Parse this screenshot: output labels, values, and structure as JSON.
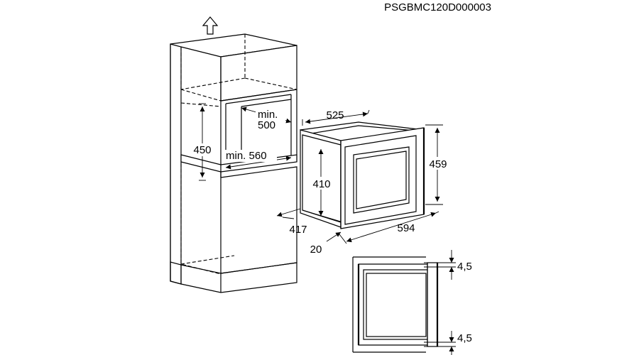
{
  "drawing_code": "PSGBMC120D000003",
  "dimensions": {
    "niche_depth": "min. 500",
    "niche_width": "min. 560",
    "niche_height": "450",
    "appliance_depth": "525",
    "appliance_total_height": "459",
    "appliance_body_height": "410",
    "appliance_width": "594",
    "side_depth": "417",
    "frame_offset": "20",
    "gap_top": "4,5",
    "gap_bottom": "4,5"
  },
  "icons": {
    "direction_arrow": "up-arrow-icon"
  }
}
